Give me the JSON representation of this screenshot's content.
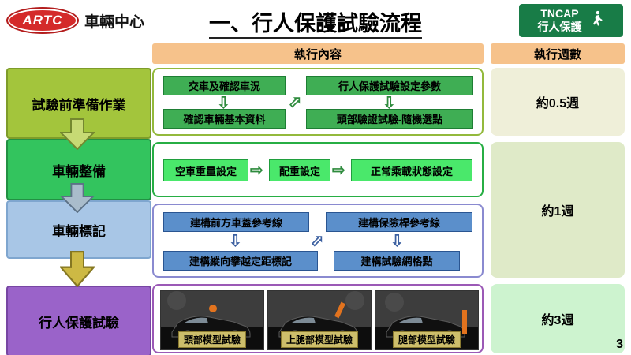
{
  "page": {
    "title": "一、行人保護試驗流程",
    "page_number": "3"
  },
  "logo": {
    "name": "ARTC",
    "caption": "車輛中心"
  },
  "tncap_badge": {
    "line1": "TNCAP",
    "line2": "行人保護"
  },
  "headers": {
    "content": "執行內容",
    "weeks": "執行週數"
  },
  "stages": [
    {
      "label": "試驗前準備作業"
    },
    {
      "label": "車輛整備"
    },
    {
      "label": "車輛標記"
    },
    {
      "label": "行人保護試驗"
    }
  ],
  "prep_flow": {
    "steps": [
      "交車及確認車況",
      "行人保護試驗設定參數",
      "確認車輛基本資料",
      "頭部驗證試驗-隨機選點"
    ]
  },
  "setup_flow": {
    "steps": [
      "空車重量設定",
      "配重設定",
      "正常乘載狀態設定"
    ]
  },
  "marking_flow": {
    "steps": [
      "建構前方車蓋參考線",
      "建構保險桿參考線",
      "建構縱向攀越定距標記",
      "建構試驗網格點"
    ]
  },
  "test_flow": {
    "labels": [
      "頭部模型試驗",
      "上腿部模型試驗",
      "腿部模型試驗"
    ]
  },
  "weeks": [
    {
      "label": "約0.5週"
    },
    {
      "label": "約1週"
    },
    {
      "label": "約3週"
    }
  ],
  "colors": {
    "header_bg": "#f6c28b",
    "stage_prep": "#a3c53c",
    "stage_setup": "#33c45e",
    "stage_marking": "#a8c6e6",
    "stage_test": "#9a63c9",
    "tncap_green": "#187c47",
    "artc_red": "#d42a2a"
  }
}
